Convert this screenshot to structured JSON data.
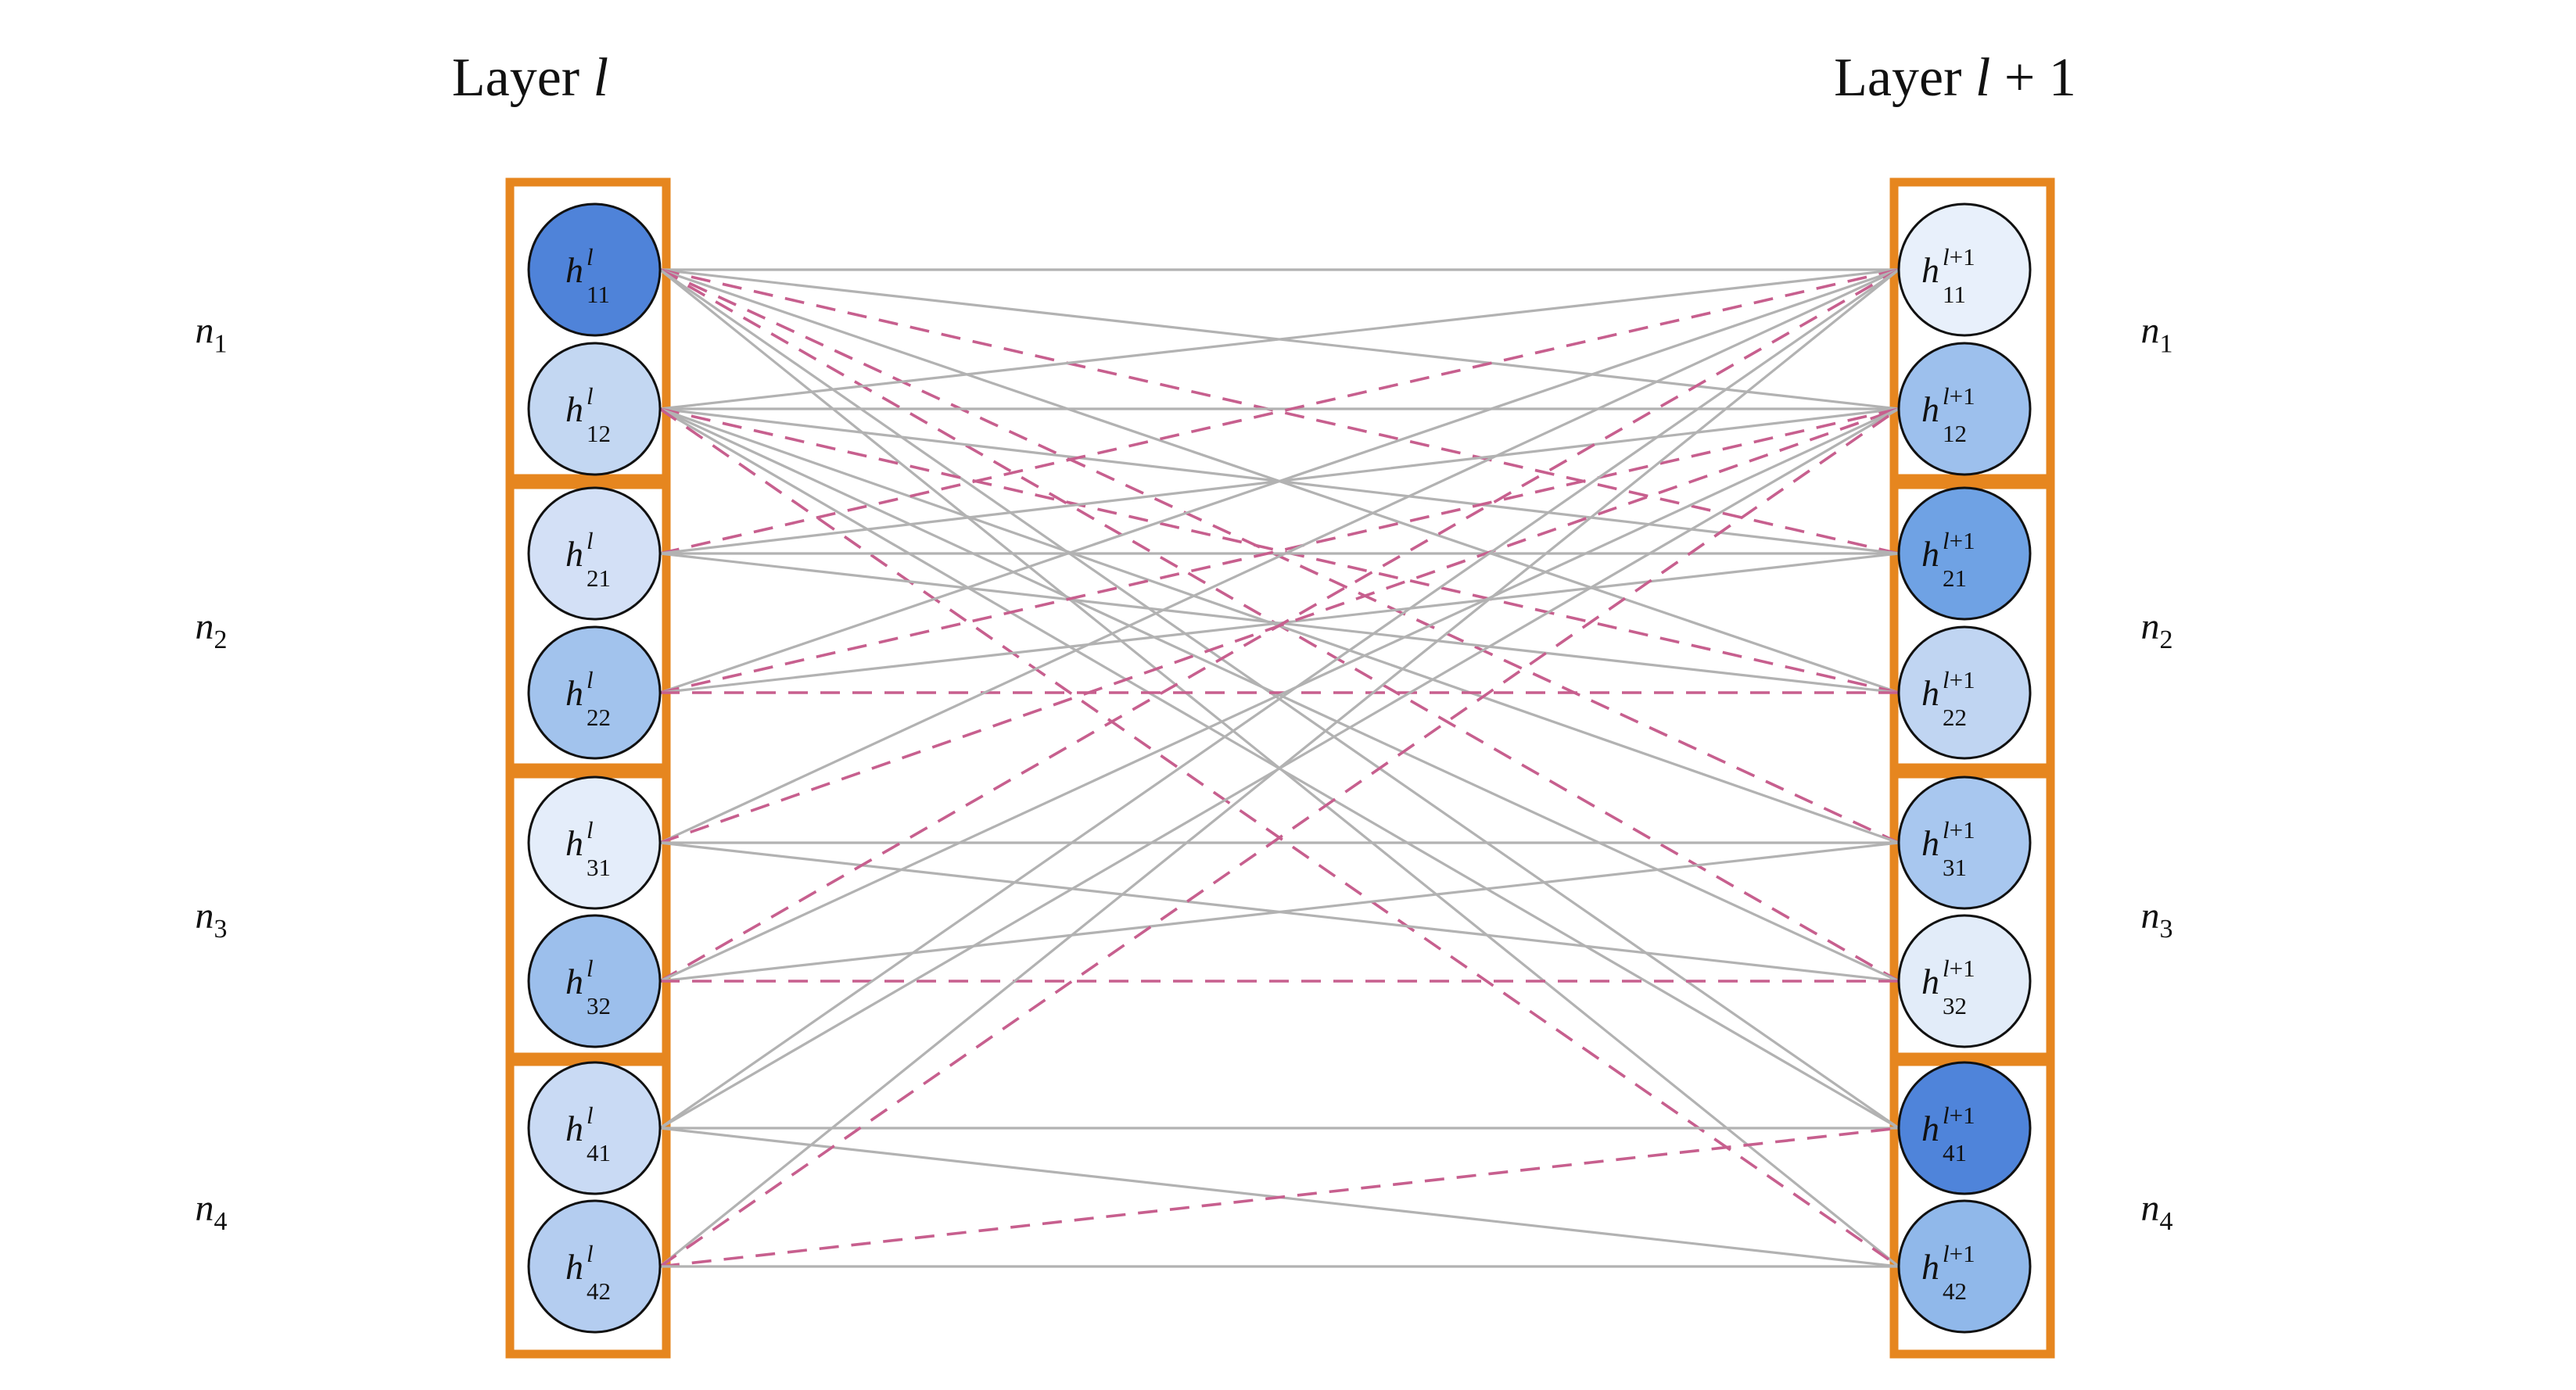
{
  "titles": {
    "left": {
      "plain": "Layer ",
      "math": "l",
      "rest": ""
    },
    "right": {
      "plain": "Layer ",
      "math": "l",
      "rest": " + 1"
    }
  },
  "groups": [
    {
      "id": "n1",
      "base": "n",
      "sub": "1"
    },
    {
      "id": "n2",
      "base": "n",
      "sub": "2"
    },
    {
      "id": "n3",
      "base": "n",
      "sub": "3"
    },
    {
      "id": "n4",
      "base": "n",
      "sub": "4"
    }
  ],
  "left_nodes": [
    {
      "id": "h11",
      "base": "h",
      "sup_var": "l",
      "sup_rest": "",
      "sub": "11",
      "fill": "#4f83d9"
    },
    {
      "id": "h12",
      "base": "h",
      "sup_var": "l",
      "sup_rest": "",
      "sub": "12",
      "fill": "#c3d7f2"
    },
    {
      "id": "h21",
      "base": "h",
      "sup_var": "l",
      "sup_rest": "",
      "sub": "21",
      "fill": "#d3e0f6"
    },
    {
      "id": "h22",
      "base": "h",
      "sup_var": "l",
      "sup_rest": "",
      "sub": "22",
      "fill": "#a2c3ed"
    },
    {
      "id": "h31",
      "base": "h",
      "sup_var": "l",
      "sup_rest": "",
      "sub": "31",
      "fill": "#e4edfa"
    },
    {
      "id": "h32",
      "base": "h",
      "sup_var": "l",
      "sup_rest": "",
      "sub": "32",
      "fill": "#9cbfec"
    },
    {
      "id": "h41",
      "base": "h",
      "sup_var": "l",
      "sup_rest": "",
      "sub": "41",
      "fill": "#c9daf4"
    },
    {
      "id": "h42",
      "base": "h",
      "sup_var": "l",
      "sup_rest": "",
      "sub": "42",
      "fill": "#b4cdf0"
    }
  ],
  "right_nodes": [
    {
      "id": "h11",
      "base": "h",
      "sup_var": "l",
      "sup_rest": "+1",
      "sub": "11",
      "fill": "#e8f0fb"
    },
    {
      "id": "h12",
      "base": "h",
      "sup_var": "l",
      "sup_rest": "+1",
      "sub": "12",
      "fill": "#9dc0ed"
    },
    {
      "id": "h21",
      "base": "h",
      "sup_var": "l",
      "sup_rest": "+1",
      "sub": "21",
      "fill": "#6fa2e4"
    },
    {
      "id": "h22",
      "base": "h",
      "sup_var": "l",
      "sup_rest": "+1",
      "sub": "22",
      "fill": "#c0d5f2"
    },
    {
      "id": "h31",
      "base": "h",
      "sup_var": "l",
      "sup_rest": "+1",
      "sub": "31",
      "fill": "#a8c7ef"
    },
    {
      "id": "h32",
      "base": "h",
      "sup_var": "l",
      "sup_rest": "+1",
      "sub": "32",
      "fill": "#e2ecf9"
    },
    {
      "id": "h41",
      "base": "h",
      "sup_var": "l",
      "sup_rest": "+1",
      "sub": "41",
      "fill": "#4f84da"
    },
    {
      "id": "h42",
      "base": "h",
      "sup_var": "l",
      "sup_rest": "+1",
      "sub": "42",
      "fill": "#90b8ea"
    }
  ],
  "edges": [
    {
      "source": "h11",
      "target": "h11",
      "style": "solid"
    },
    {
      "source": "h11",
      "target": "h12",
      "style": "solid"
    },
    {
      "source": "h11",
      "target": "h21",
      "style": "dashed"
    },
    {
      "source": "h11",
      "target": "h22",
      "style": "solid"
    },
    {
      "source": "h11",
      "target": "h31",
      "style": "dashed"
    },
    {
      "source": "h11",
      "target": "h32",
      "style": "dashed"
    },
    {
      "source": "h11",
      "target": "h41",
      "style": "solid"
    },
    {
      "source": "h11",
      "target": "h42",
      "style": "solid"
    },
    {
      "source": "h12",
      "target": "h11",
      "style": "solid"
    },
    {
      "source": "h12",
      "target": "h12",
      "style": "solid"
    },
    {
      "source": "h12",
      "target": "h21",
      "style": "solid"
    },
    {
      "source": "h12",
      "target": "h22",
      "style": "dashed"
    },
    {
      "source": "h12",
      "target": "h31",
      "style": "solid"
    },
    {
      "source": "h12",
      "target": "h32",
      "style": "solid"
    },
    {
      "source": "h12",
      "target": "h41",
      "style": "solid"
    },
    {
      "source": "h12",
      "target": "h42",
      "style": "dashed"
    },
    {
      "source": "h21",
      "target": "h11",
      "style": "dashed"
    },
    {
      "source": "h21",
      "target": "h12",
      "style": "solid"
    },
    {
      "source": "h21",
      "target": "h21",
      "style": "solid"
    },
    {
      "source": "h21",
      "target": "h22",
      "style": "solid"
    },
    {
      "source": "h22",
      "target": "h11",
      "style": "solid"
    },
    {
      "source": "h22",
      "target": "h12",
      "style": "dashed"
    },
    {
      "source": "h22",
      "target": "h21",
      "style": "solid"
    },
    {
      "source": "h22",
      "target": "h22",
      "style": "dashed"
    },
    {
      "source": "h31",
      "target": "h11",
      "style": "solid"
    },
    {
      "source": "h31",
      "target": "h12",
      "style": "dashed"
    },
    {
      "source": "h31",
      "target": "h31",
      "style": "solid"
    },
    {
      "source": "h31",
      "target": "h32",
      "style": "solid"
    },
    {
      "source": "h32",
      "target": "h11",
      "style": "dashed"
    },
    {
      "source": "h32",
      "target": "h12",
      "style": "solid"
    },
    {
      "source": "h32",
      "target": "h31",
      "style": "solid"
    },
    {
      "source": "h32",
      "target": "h32",
      "style": "dashed"
    },
    {
      "source": "h41",
      "target": "h11",
      "style": "solid"
    },
    {
      "source": "h41",
      "target": "h12",
      "style": "solid"
    },
    {
      "source": "h41",
      "target": "h41",
      "style": "solid"
    },
    {
      "source": "h41",
      "target": "h42",
      "style": "solid"
    },
    {
      "source": "h42",
      "target": "h11",
      "style": "solid"
    },
    {
      "source": "h42",
      "target": "h12",
      "style": "dashed"
    },
    {
      "source": "h42",
      "target": "h41",
      "style": "dashed"
    },
    {
      "source": "h42",
      "target": "h42",
      "style": "solid"
    }
  ],
  "colors": {
    "background": "#ffffff",
    "box_border": "#e6861f",
    "solid_edge": "#b2b2b2",
    "dashed_edge": "#c75f8e",
    "node_stroke": "#111111",
    "text": "#111111"
  }
}
